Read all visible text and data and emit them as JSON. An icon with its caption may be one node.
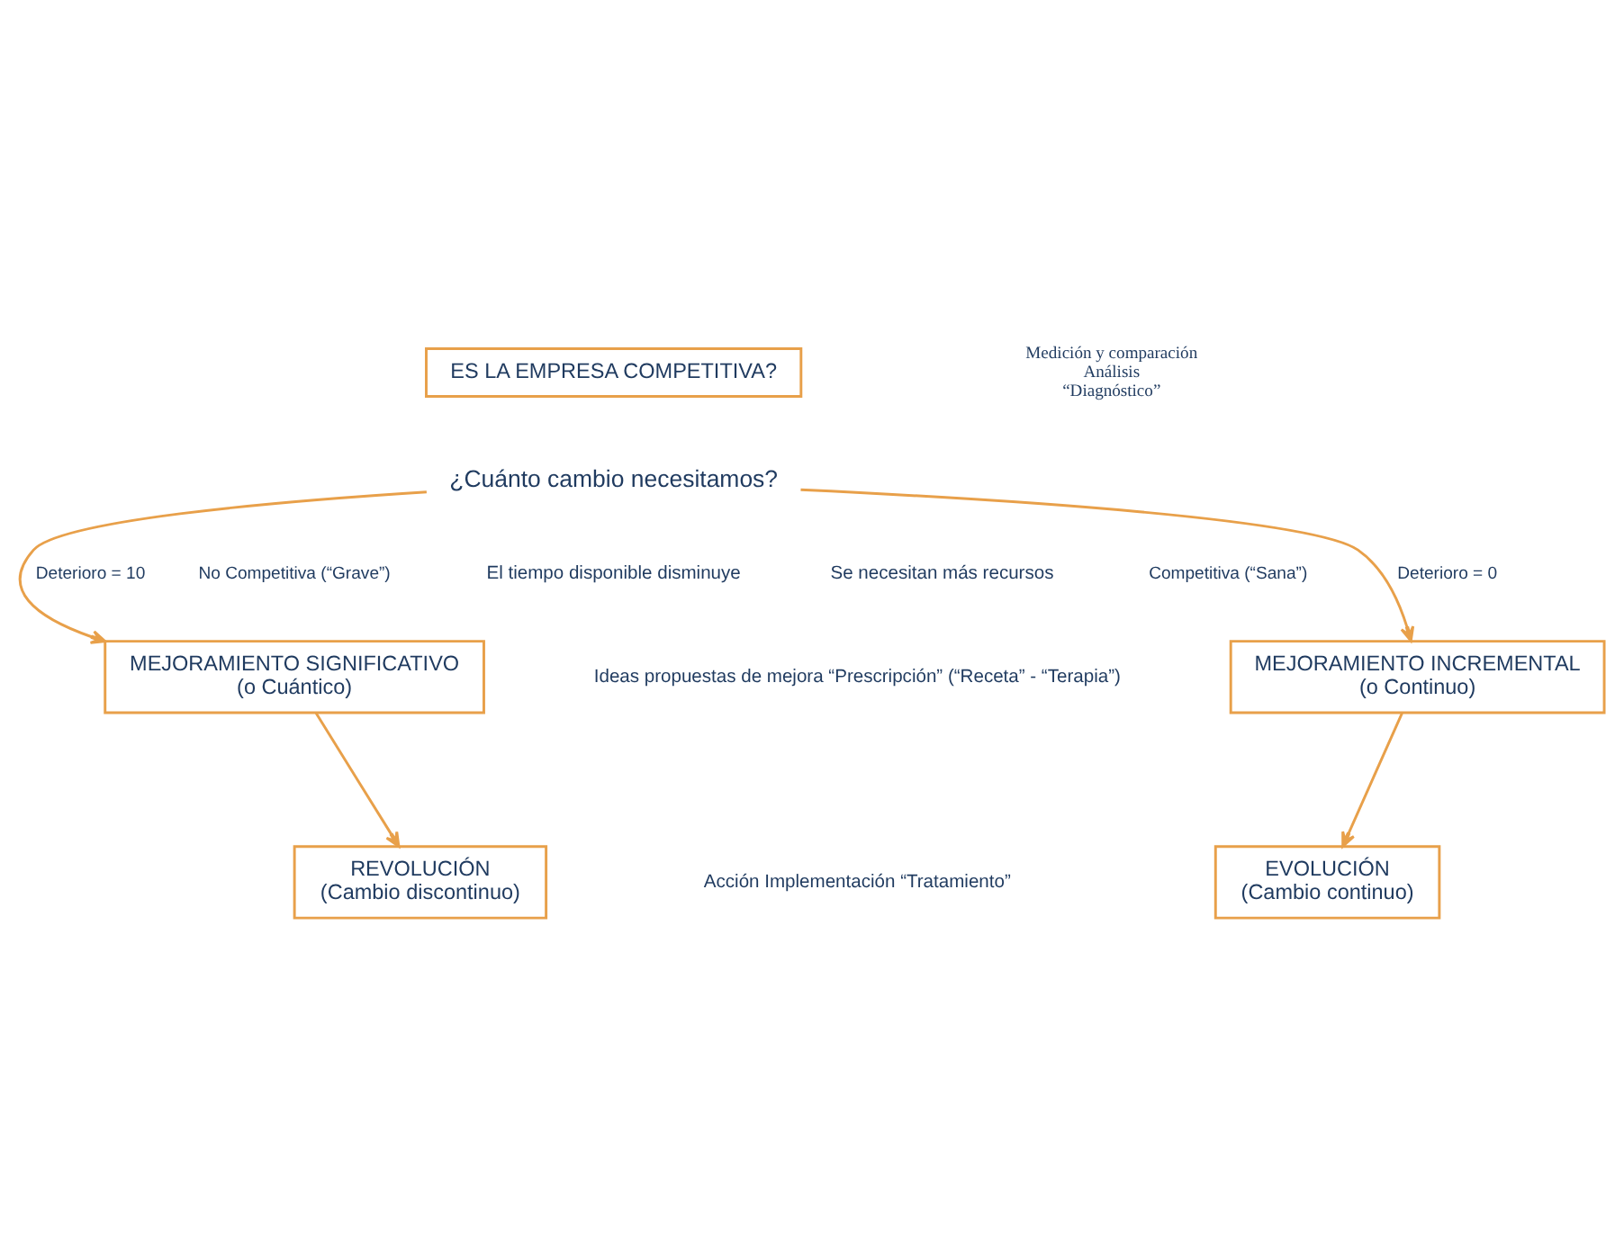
{
  "diagram": {
    "nodes": [
      {
        "text": [
          "ES LA EMPRESA COMPETITIVA?"
        ],
        "beside": [
          "Medición y comparación",
          "Análisis",
          "“Diagnóstico”"
        ]
      },
      {
        "text": [
          "¿Cuánto cambio necesitamos?"
        ]
      },
      {
        "text": [
          "MEJORAMIENTO SIGNIFICATIVO",
          "(o Cuántico)"
        ],
        "beside": [
          "No Competitiva (“Grave”)"
        ]
      },
      {
        "text": [
          "MEJORAMIENTO INCREMENTAL",
          "(o Continuo)"
        ],
        "beside": [
          "Competitiva (“Sana”)"
        ]
      },
      {
        "text": [
          "REVOLUCIÓN",
          "(Cambio discontinuo)"
        ]
      },
      {
        "text": [
          "EVOLUCIÓN",
          "(Cambio continuo)"
        ]
      }
    ],
    "edges": [
      {
        "from": 1,
        "to": 2,
        "arrow": "to",
        "label": "Deterioro = 10"
      },
      {
        "from": 1,
        "to": 3,
        "arrow": "to",
        "label": "Deterioro = 0"
      },
      {
        "from": 2,
        "to": 4,
        "arrow": "to"
      },
      {
        "from": 3,
        "to": 5,
        "arrow": "to"
      }
    ],
    "labels": [
      "El tiempo disponible disminuye",
      "Se necesitan más recursos",
      "Ideas propuestas de mejora “Prescripción” (“Receta” - “Terapia”)",
      "Acción Implementación “Tratamiento”"
    ]
  }
}
